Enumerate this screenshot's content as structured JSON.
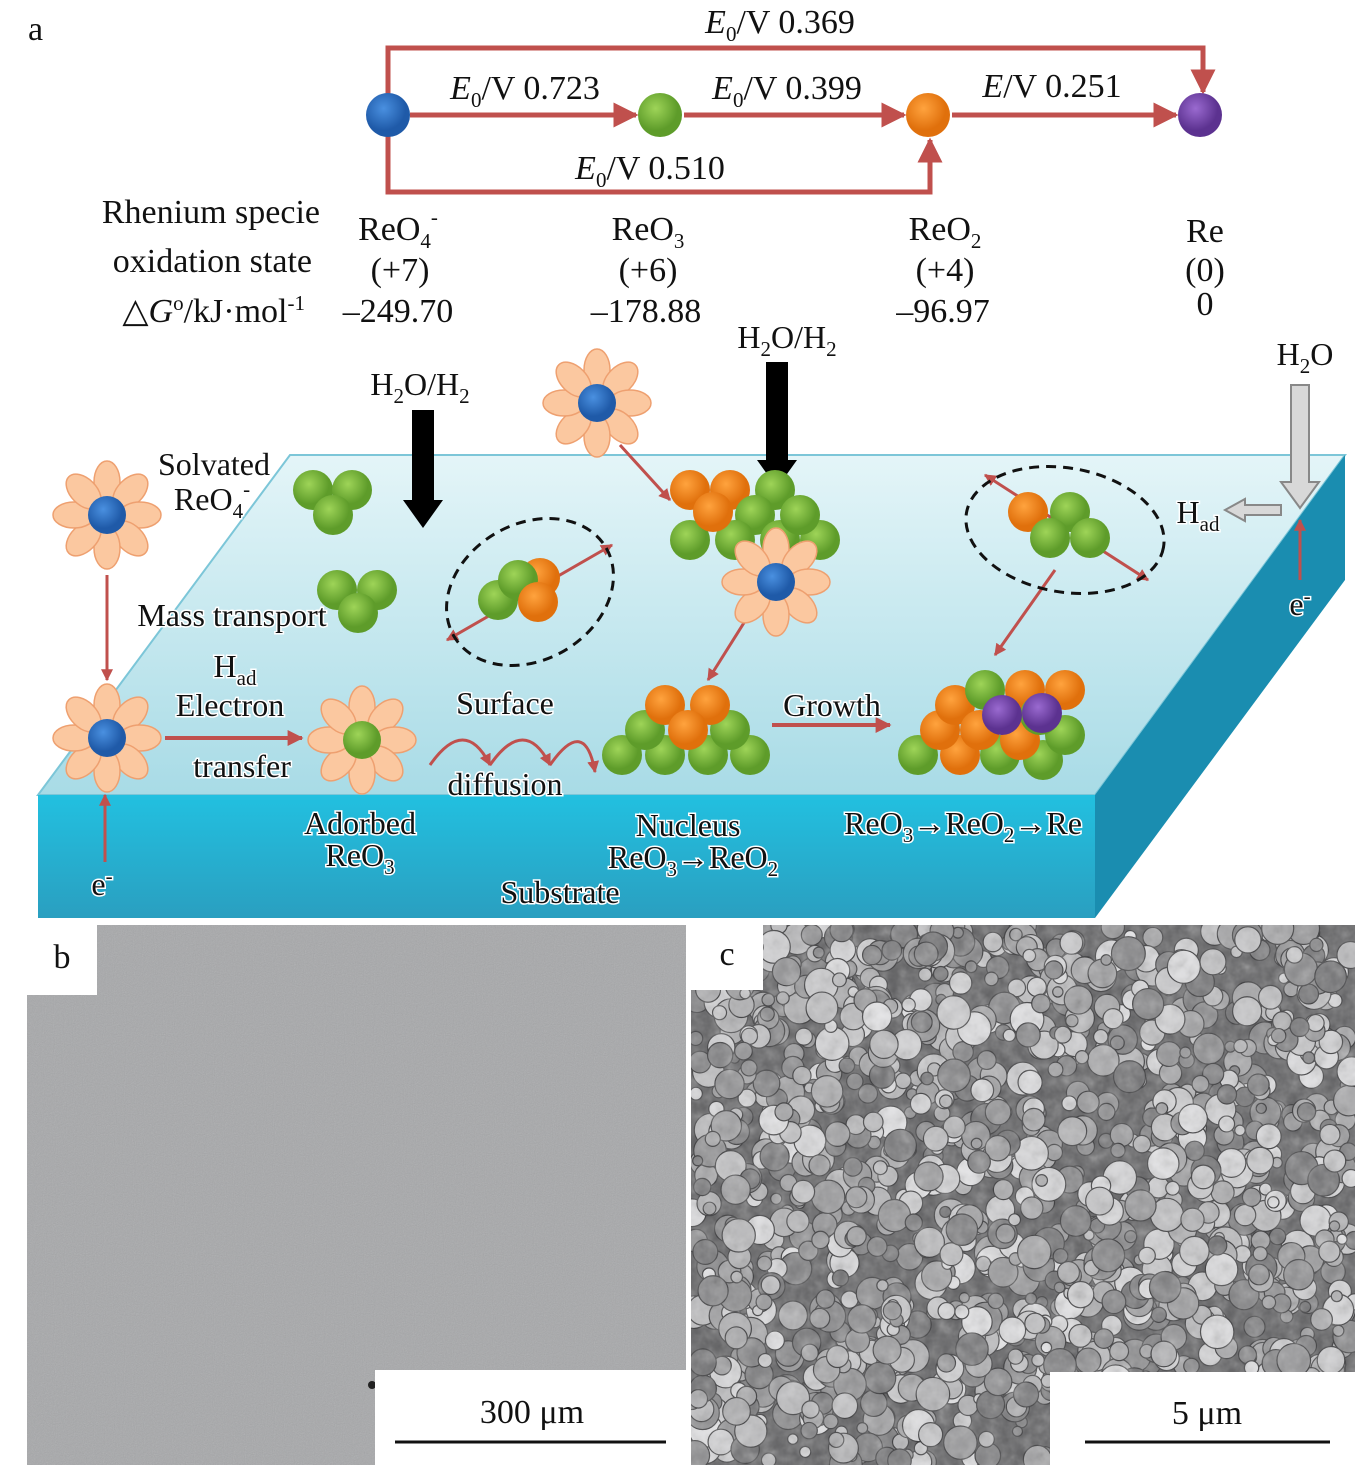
{
  "panel_labels": {
    "a": "a",
    "b": "b",
    "c": "c"
  },
  "pathway": {
    "direct_re": {
      "sym": "E",
      "sub": "0",
      "rest": "/V 0.369"
    },
    "step1": {
      "sym": "E",
      "sub": "0",
      "rest": "/V 0.723"
    },
    "step2": {
      "sym": "E",
      "sub": "0",
      "rest": "/V 0.399"
    },
    "step3": {
      "sym": "E",
      "rest": "/V 0.251"
    },
    "bypass": {
      "sym": "E",
      "sub": "0",
      "rest": "/V 0.510"
    }
  },
  "table": {
    "row_labels": {
      "species": "Rhenium specie",
      "oxidation": "oxidation state",
      "gibbs": {
        "pre": "△",
        "sym": "G",
        "sup": "o",
        "rest": "/kJ·mol",
        "sup2": "-1"
      }
    },
    "columns": [
      {
        "species": "ReO",
        "sub": "4",
        "sup": "-",
        "oxidation": "(+7)",
        "gibbs": "–249.70",
        "color": "#2f6fc0"
      },
      {
        "species": "ReO",
        "sub": "3",
        "oxidation": "(+6)",
        "gibbs": "–178.88",
        "color": "#7dbb3c"
      },
      {
        "species": "ReO",
        "sub": "2",
        "oxidation": "(+4)",
        "gibbs": "–96.97",
        "color": "#f28a1e"
      },
      {
        "species": "Re",
        "oxidation": "(0)",
        "gibbs": "0",
        "color": "#7a4aa8"
      }
    ]
  },
  "scheme": {
    "h2o_h2_left": {
      "a": "H",
      "s1": "2",
      "b": "O/H",
      "s2": "2"
    },
    "h2o_h2_mid": {
      "a": "H",
      "s1": "2",
      "b": "O/H",
      "s2": "2"
    },
    "h2o_right": {
      "a": "H",
      "s1": "2",
      "b": "O"
    },
    "solvated": "Solvated",
    "solvated_species": {
      "main": "ReO",
      "sub": "4",
      "sup": "-"
    },
    "mass_transport": "Mass transport",
    "h_ad_left": {
      "main": "H",
      "sub": "ad"
    },
    "electron": "Electron",
    "transfer": "transfer",
    "surface": "Surface",
    "diffusion": "diffusion",
    "growth": "Growth",
    "adsorbed": "Adorbed",
    "adsorbed_species": {
      "main": "ReO",
      "sub": "3"
    },
    "nucleus": "Nucleus",
    "nucleus_reaction": {
      "a": "ReO",
      "s1": "3",
      "arrow": "→",
      "b": "ReO",
      "s2": "2"
    },
    "substrate": "Substrate",
    "growth_reaction": {
      "a": "ReO",
      "s1": "3",
      "arrow1": "→",
      "b": "ReO",
      "s2": "2",
      "arrow2": "→",
      "c": "Re"
    },
    "electron_left": {
      "main": "e",
      "sup": "-"
    },
    "electron_right": {
      "main": "e",
      "sup": "-"
    },
    "h_ad_right": {
      "main": "H",
      "sub": "ad"
    }
  },
  "micrographs": {
    "b_scale": "300 μm",
    "c_scale": "5 μm"
  },
  "colors": {
    "arrow": "#c0504d",
    "reo4": "#2f6fc0",
    "reo3": "#7dbb3c",
    "reo2": "#f28a1e",
    "re": "#7a4aa8",
    "solvent": "#fbc8a0",
    "substrate_front": "#1fb5d6",
    "substrate_side": "#1a8db0"
  }
}
